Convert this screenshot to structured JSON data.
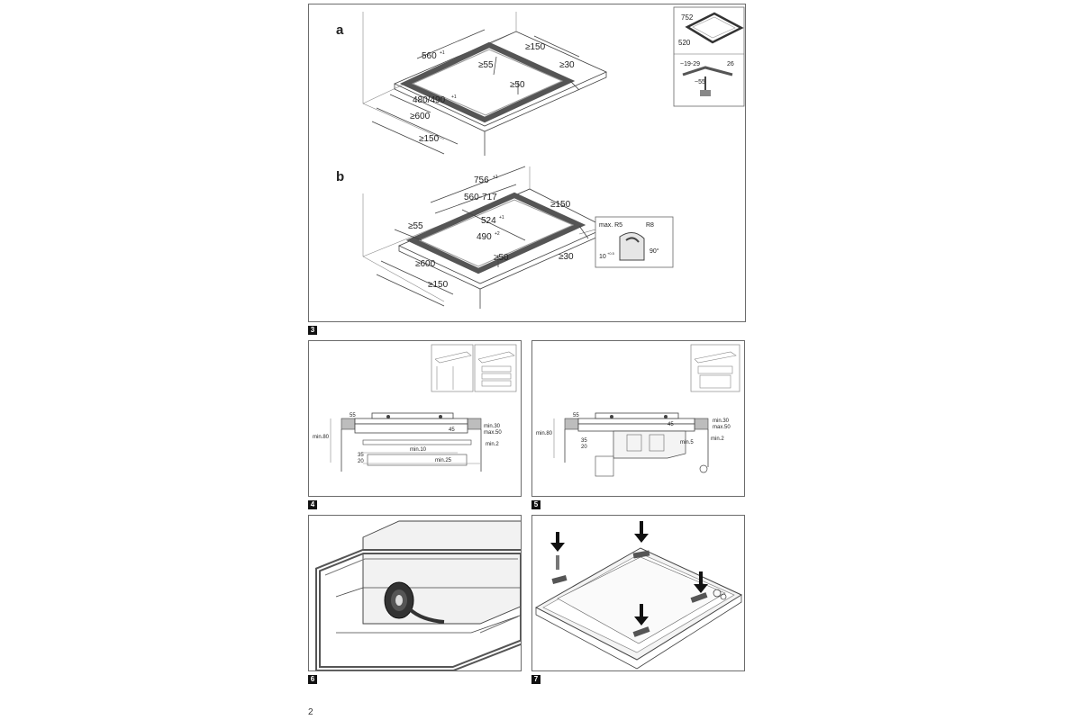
{
  "page_number": "2",
  "fig3": {
    "number": "3",
    "a": {
      "label": "a",
      "dims": {
        "width_560": "560",
        "width_560_tol": "+1",
        "depth_480_490": "480/490",
        "depth_tol": "+1",
        "edge_55": "≥55",
        "edge_150_back": "≥150",
        "edge_30": "≥30",
        "edge_50": "≥50",
        "edge_600": "≥600",
        "edge_150_front": "≥150"
      },
      "inset_top": {
        "w": "752",
        "d": "520"
      },
      "inset_bottom": {
        "d1": "~19-29",
        "d2": "26",
        "d3": "~55"
      }
    },
    "b": {
      "label": "b",
      "dims": {
        "w756": "756",
        "w756_tol": "+1",
        "w560_717": "560-717",
        "d524": "524",
        "d524_tol": "+1",
        "d490": "490",
        "d490_tol": "+2",
        "edge_55": "≥55",
        "edge_150_back": "≥150",
        "edge_30": "≥30",
        "edge_50": "≥50",
        "edge_600": "≥600",
        "edge_150_front": "≥150"
      },
      "corner_inset": {
        "max_r5": "max. R5",
        "r8": "R8",
        "deg90": "90°",
        "h10": "10",
        "h10_tol": "+0.5"
      }
    }
  },
  "fig4": {
    "number": "4",
    "dims": {
      "d55": "55",
      "d45": "45",
      "min80": "min.80",
      "min30": "min.30",
      "max50": "max.50",
      "min2": "min.2",
      "min10": "min.10",
      "min25": "min.25",
      "d35": "35",
      "d20": "20"
    }
  },
  "fig5": {
    "number": "5",
    "dims": {
      "d55": "55",
      "d45": "45",
      "min80": "min.80",
      "min30": "min.30",
      "max50": "max.50",
      "min2": "min.2",
      "min5": "min.5",
      "d35": "35",
      "d20": "20"
    }
  },
  "fig6": {
    "number": "6"
  },
  "fig7": {
    "number": "7"
  }
}
